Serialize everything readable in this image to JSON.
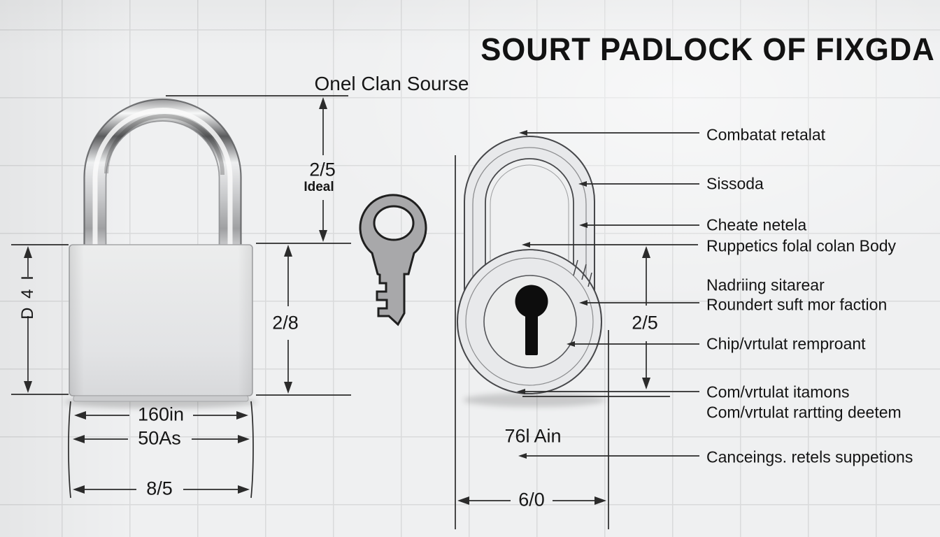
{
  "title": "SOURT PADLOCK OF FIXGDA",
  "annotations": {
    "top_label": "Onel Clan Sourse"
  },
  "left_padlock": {
    "shackle_height_dim": "2/5",
    "shackle_height_note": "Ideal",
    "side_height_dim": "D 4 I",
    "body_height_dim": "2/8",
    "width_dim_inner": "160in",
    "width_dim_mid": "50As",
    "width_dim_outer": "8/5"
  },
  "right_padlock": {
    "body_height_dim": "2/5",
    "base_label": "76l Ain",
    "width_dim": "6/0"
  },
  "callouts": [
    "Combatat retalat",
    "Sissoda",
    "Cheate netela",
    "Ruppetics folal colan Body",
    "Nadriing sitarear",
    "Roundert suft mor faction",
    "Chip/vrtulat remproant",
    "Com/vrtulat itamons",
    "Com/vrtulat rartting deetem",
    "Canceings. retels suppetions"
  ],
  "colors": {
    "background": "#eff0f1",
    "grid_line": "#d9dadb",
    "drawing_line": "#2b2b2b",
    "text": "#161616",
    "padlock_body_fill": "#e7e8ea",
    "key_fill": "#a8a8aa",
    "keyhole": "#0d0d0d",
    "chrome_light": "#f7f8f8",
    "chrome_dark": "#5a5b5d"
  }
}
